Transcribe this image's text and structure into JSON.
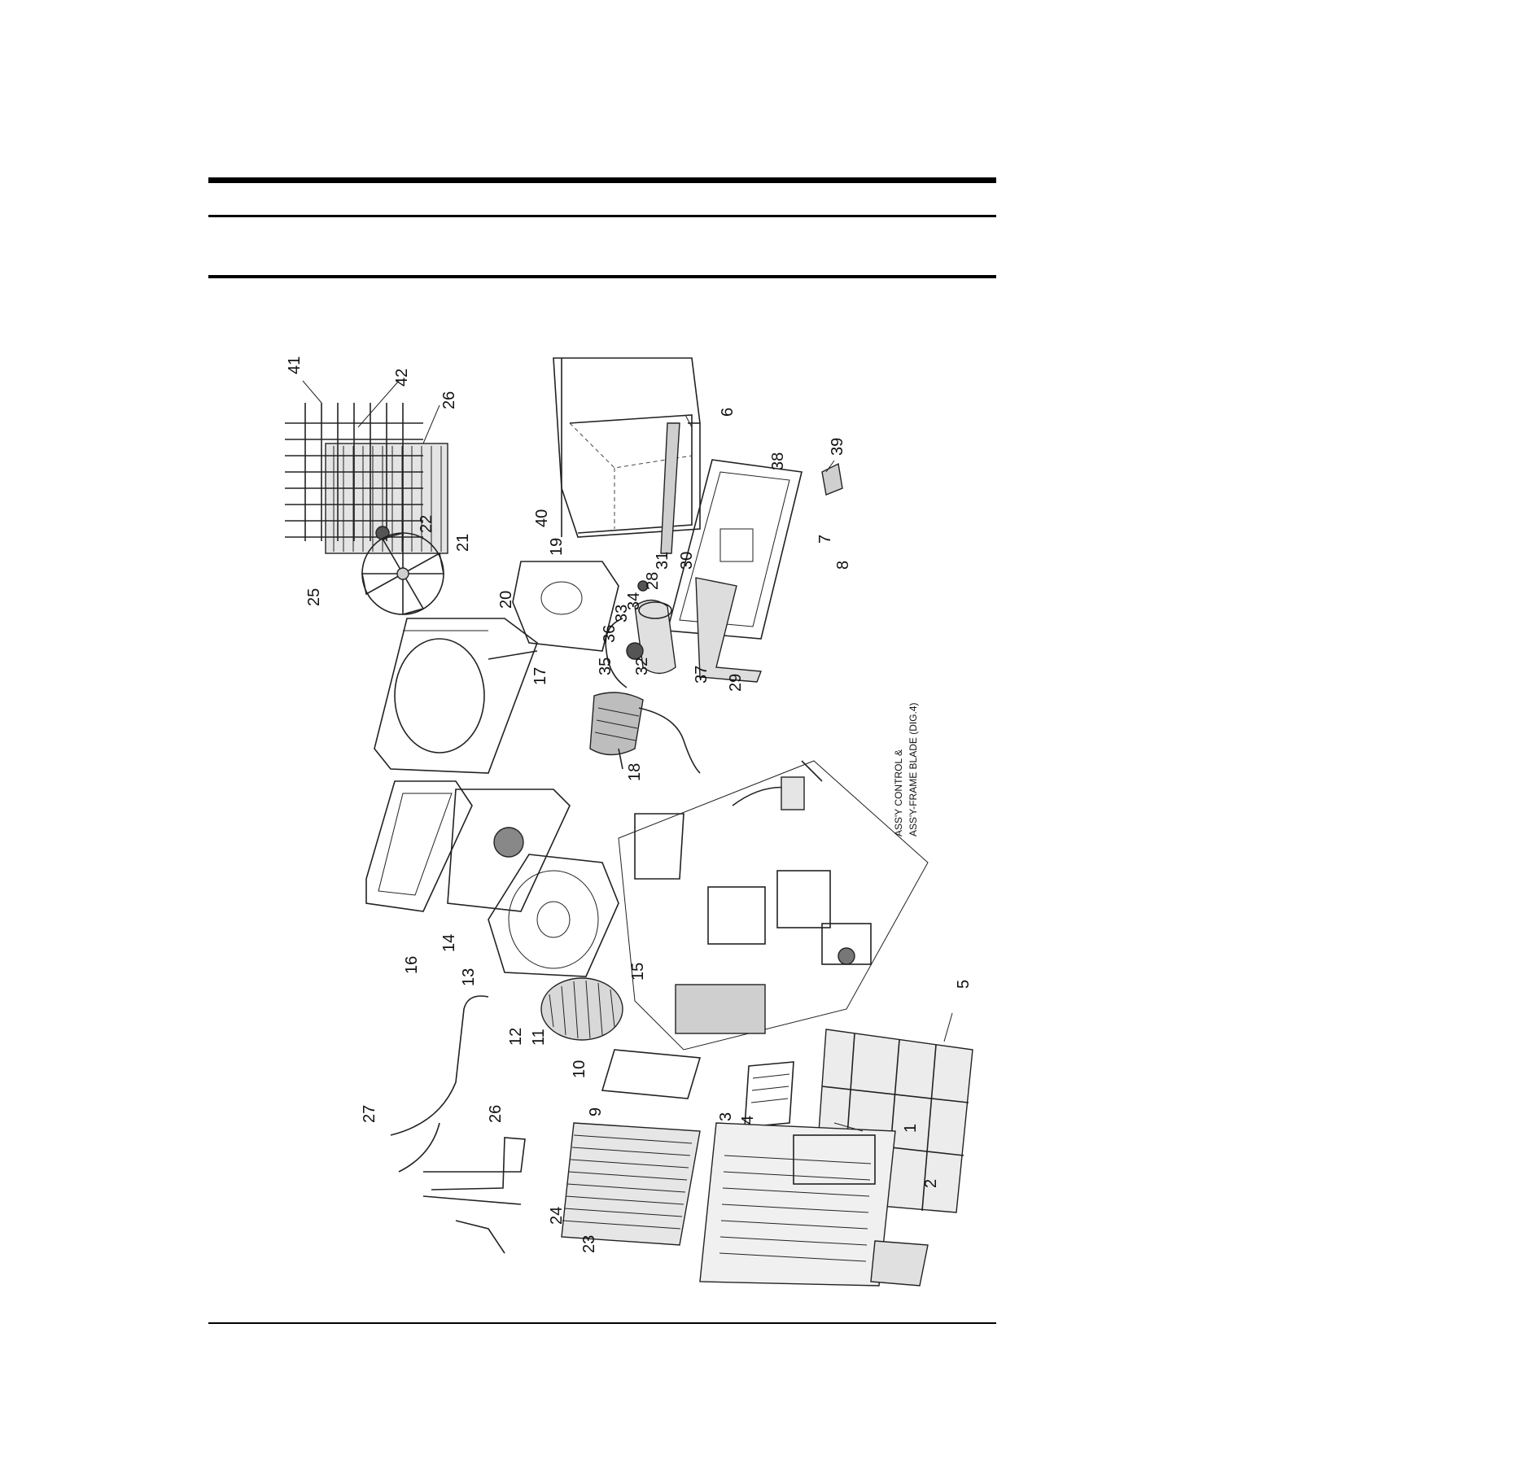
{
  "header": {
    "rules": [
      "thick",
      "thin",
      "medium"
    ]
  },
  "diagram": {
    "note_lines": [
      "ASS'Y CONTROL &",
      "ASS'Y-FRAME BLADE (DIG.4)"
    ],
    "callouts": [
      "41",
      "42",
      "26",
      "25",
      "22",
      "21",
      "20",
      "19",
      "40",
      "6",
      "39",
      "38",
      "7",
      "8",
      "31",
      "30",
      "28",
      "34",
      "33",
      "36",
      "35",
      "32",
      "37",
      "29",
      "17",
      "18",
      "16",
      "14",
      "13",
      "15",
      "12",
      "11",
      "10",
      "9",
      "27",
      "26",
      "24",
      "23",
      "3",
      "4",
      "1",
      "2",
      "5"
    ]
  },
  "footer": {
    "rule": "thin"
  }
}
